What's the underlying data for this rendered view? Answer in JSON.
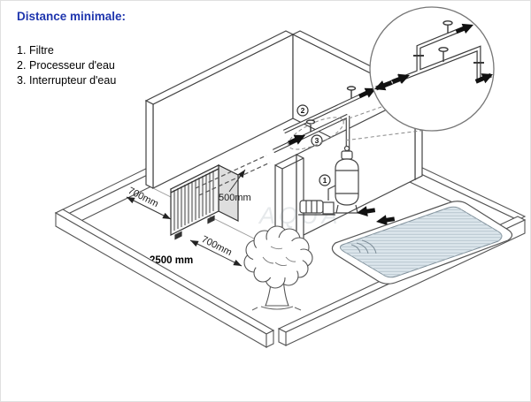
{
  "title": {
    "text": "Distance minimale:",
    "color": "#1f36ae"
  },
  "legend": [
    {
      "num": "1.",
      "label": "Filtre"
    },
    {
      "num": "2.",
      "label": "Processeur d'eau"
    },
    {
      "num": "3.",
      "label": "Interrupteur d'eau"
    }
  ],
  "dimensions": {
    "rear": "500mm",
    "side": "700mm",
    "front": "700mm",
    "boundary": "2500 mm"
  },
  "markers": {
    "one": "1",
    "two": "2",
    "three": "3"
  },
  "watermark": {
    "text": "AQUA"
  },
  "colors": {
    "title_blue": "#1f36ae",
    "line": "#444444",
    "pool_water": "#dce6ec",
    "arrow": "#111111"
  }
}
